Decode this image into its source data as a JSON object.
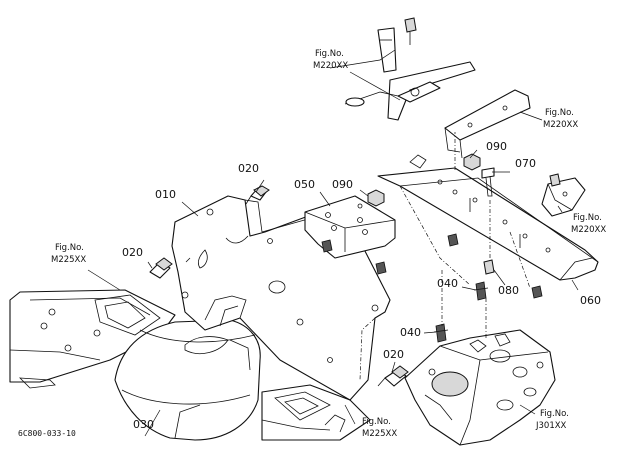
{
  "labels": {
    "p010": "010",
    "p020": "020",
    "p030": "030",
    "p040": "040",
    "p050": "050",
    "p060": "060",
    "p070": "070",
    "p080": "080",
    "p090": "090"
  },
  "figrefs": {
    "fig_label": "Fig.No.",
    "m220": "M220XX",
    "m225": "M225XX",
    "j301": "J301XX"
  },
  "drawing_code": "6C800-033-10"
}
